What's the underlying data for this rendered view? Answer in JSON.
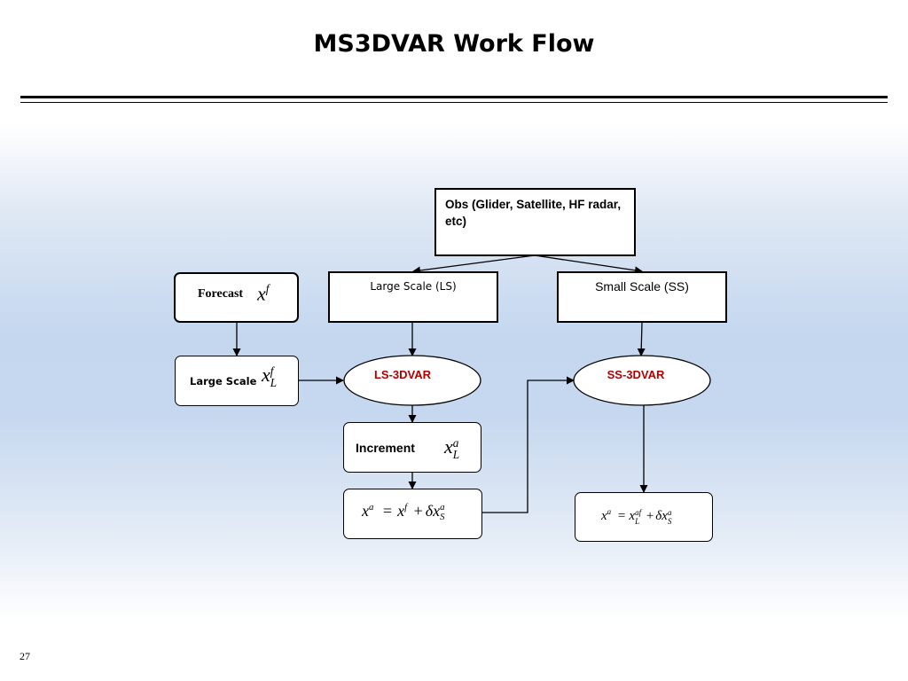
{
  "slide": {
    "title": "MS3DVAR Work Flow",
    "page_number": "27"
  },
  "nodes": {
    "obs": {
      "label": "Obs (Glider, Satellite, HF radar, etc)"
    },
    "forecast": {
      "label": "Forecast",
      "math_base": "x",
      "math_sup": "f"
    },
    "large_scale": {
      "label": "Large Scale (LS)"
    },
    "small_scale": {
      "label": "Small Scale (SS)"
    },
    "large_scale_forecast": {
      "label": "Large Scale",
      "math_base": "x",
      "math_sup": "f",
      "math_sub": "L"
    },
    "ls_3dvar": {
      "label": "LS-3DVAR"
    },
    "ss_3dvar": {
      "label": "SS-3DVAR"
    },
    "increment": {
      "label": "Increment",
      "math_base": "x",
      "math_sup": "a",
      "math_sub": "L"
    },
    "analysis_ls": {
      "t1_base": "x",
      "t1_sup": "a",
      "eq": "=",
      "t2_base": "x",
      "t2_sup": "f",
      "plus": "+",
      "t3_base": "δx",
      "t3_sup": "a",
      "t3_sub": "S"
    },
    "analysis_ss": {
      "t1_base": "x",
      "t1_sup": "a",
      "eq": "=",
      "t2_base": "x",
      "t2_sup": "af",
      "t2_sub": "L",
      "plus": "+",
      "t3_base": "δx",
      "t3_sup": "a",
      "t3_sub": "S"
    }
  },
  "colors": {
    "line": "#000000",
    "ellipse_text": "#b00000",
    "box_fill": "#ffffff"
  }
}
